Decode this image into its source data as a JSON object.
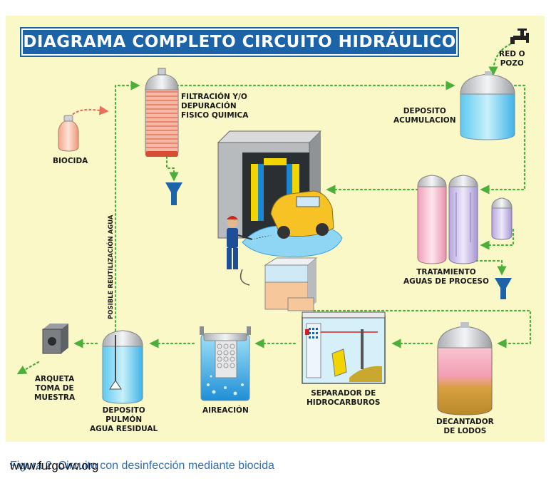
{
  "title": "DIAGRAMA COMPLETO CIRCUITO HIDRÁULICO",
  "labels": {
    "red_pozo": "RED O\nPOZO",
    "deposito_acumulacion": "DEPOSITO\nACUMULACION",
    "filtracion": "FILTRACIÓN Y/O\nDEPURACIÓN\nFISICO QUIMICA",
    "biocida": "BIOCIDA",
    "tratamiento": "TRATAMIENTO\nAGUAS DE PROCESO",
    "posible_reutilizacion": "POSIBLE REUTILIZACIÓN AGUA",
    "arqueta": "ARQUETA\nTOMA DE\nMUESTRA",
    "deposito_pulmon": "DEPOSITO\nPULMÓN\nAGUA RESIDUAL",
    "aireacion": "AIREACIÓN",
    "separador": "SEPARADOR DE\nHIDROCARBUROS",
    "decantador": "DECANTADOR\nDE LODOS"
  },
  "caption": "Figura 2. Circuito con desinfección mediante biocida",
  "watermark": "www.furgovw.org",
  "colors": {
    "panel_bg": "#fbf8c8",
    "title_bg": "#1d63a8",
    "flow_arrow": "#4caf3c",
    "biocide_arrow": "#e8705a",
    "caption": "#2f6fb7"
  },
  "icons": [
    "tap-icon",
    "funnel-icon",
    "car-wash-icon",
    "sampling-box-icon"
  ]
}
